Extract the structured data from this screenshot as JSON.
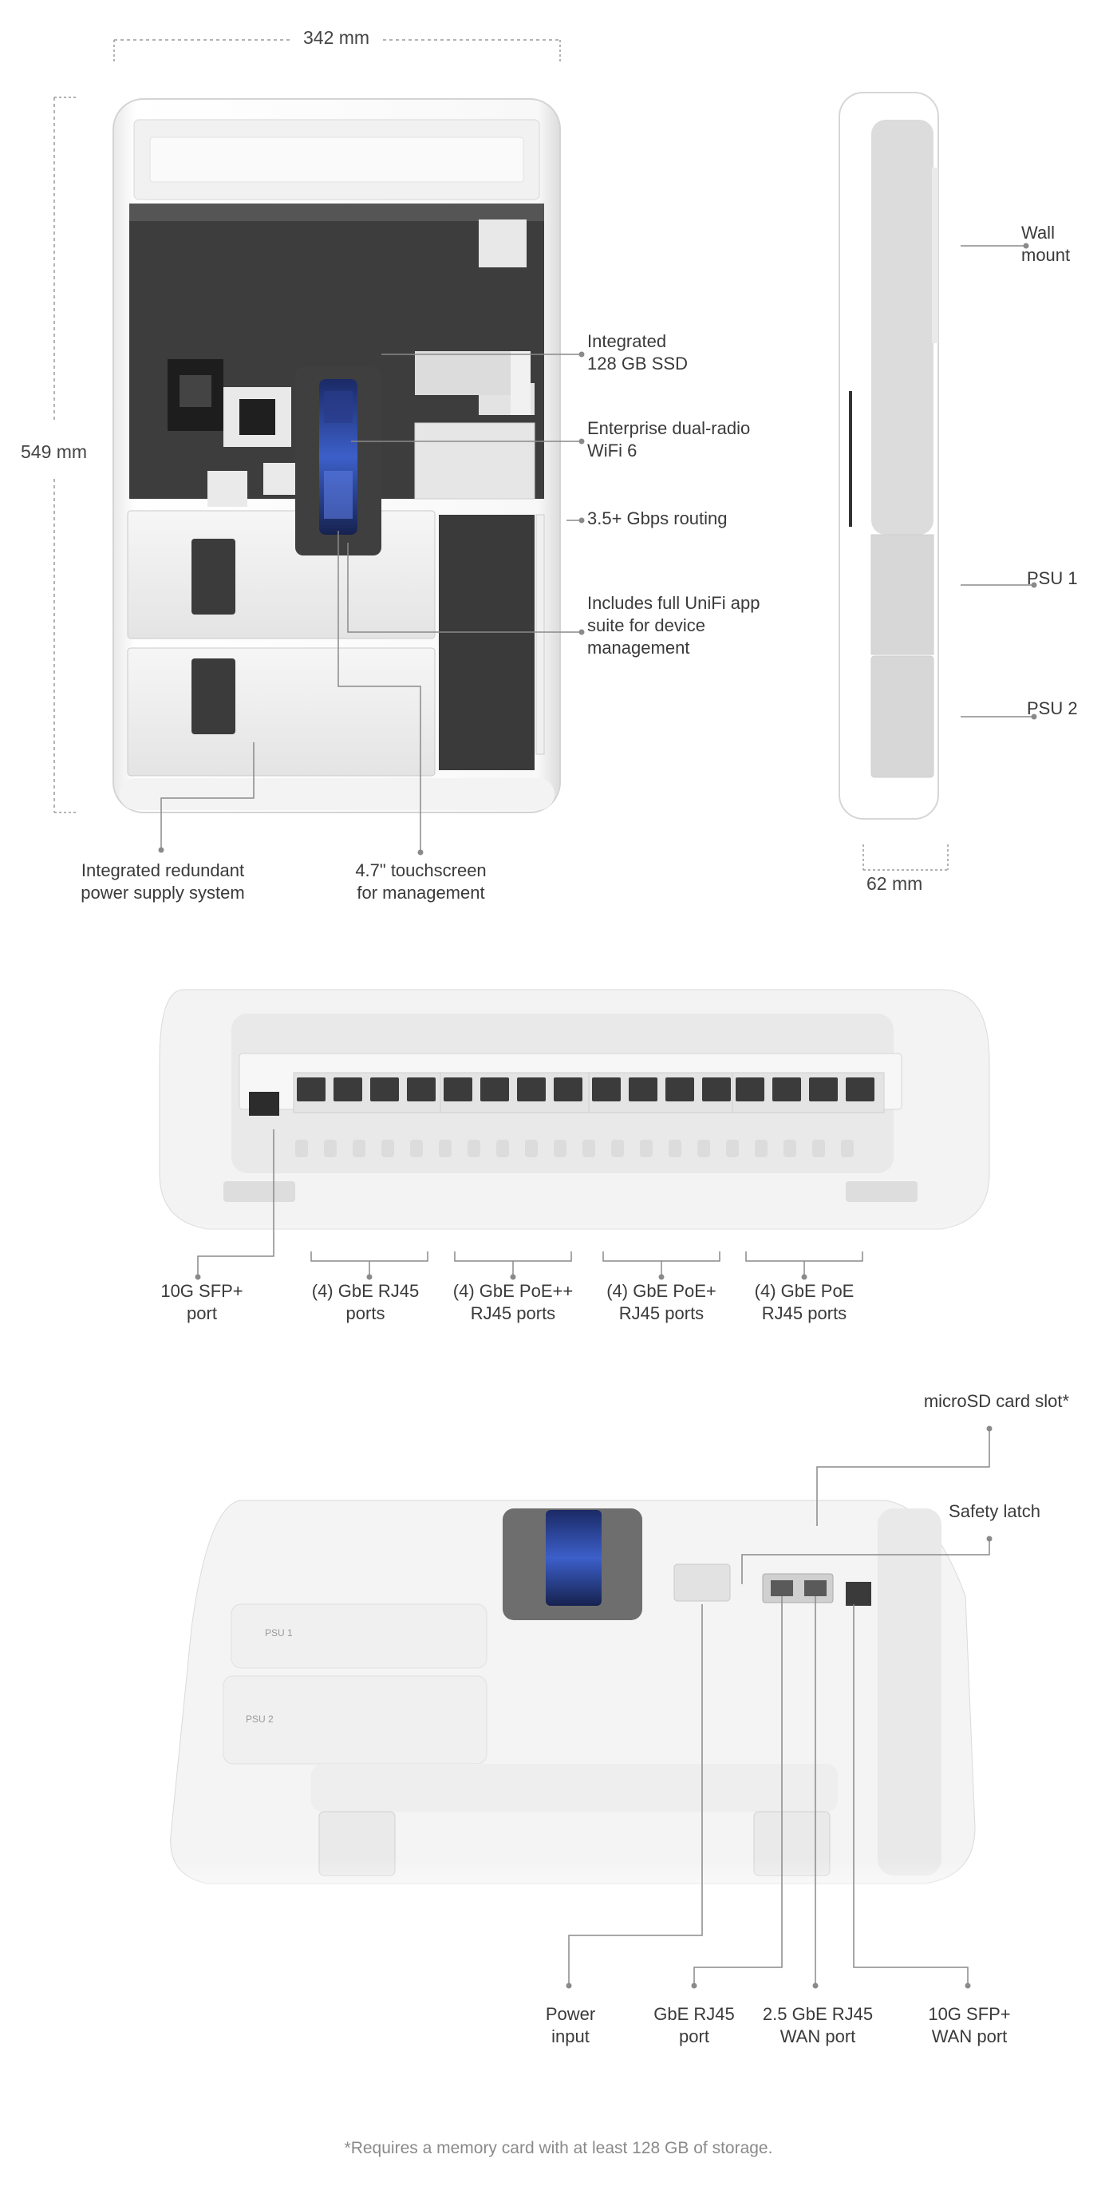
{
  "dimensions": {
    "width": "342 mm",
    "height": "549 mm",
    "depth": "62 mm"
  },
  "front_view": {
    "labels": {
      "ssd": "Integrated\n128 GB SSD",
      "wifi": "Enterprise dual-radio\nWiFi 6",
      "routing": "3.5+ Gbps routing",
      "app_suite": "Includes full UniFi app\nsuite for device\nmanagement",
      "psu_system": "Integrated redundant\npower supply system",
      "touchscreen": "4.7\" touchscreen\nfor management"
    }
  },
  "side_view": {
    "labels": {
      "wall_mount": "Wall\nmount",
      "psu1": "PSU 1",
      "psu2": "PSU 2"
    }
  },
  "ports_view": {
    "labels": {
      "sfp": "10G SFP+\nport",
      "gbe": "(4) GbE RJ45\nports",
      "poepp": "(4) GbE PoE++\nRJ45 ports",
      "poep": "(4) GbE PoE+\nRJ45 ports",
      "poe": "(4) GbE PoE\nRJ45 ports"
    }
  },
  "bottom_view": {
    "psu_marks": [
      "PSU 1",
      "PSU 2"
    ],
    "labels": {
      "microsd": "microSD card slot*",
      "latch": "Safety latch",
      "power": "Power\ninput",
      "gbe_port": "GbE RJ45\nport",
      "wan25": "2.5 GbE RJ45\nWAN port",
      "sfp_wan": "10G SFP+\nWAN port"
    }
  },
  "footnote": "*Requires a memory card with at least 128 GB of storage."
}
